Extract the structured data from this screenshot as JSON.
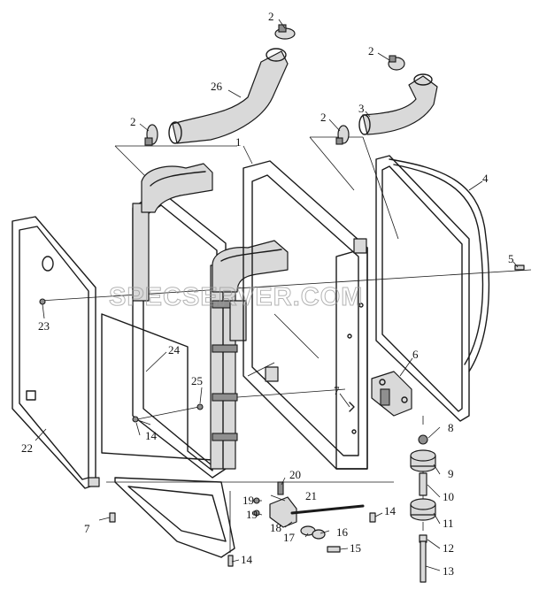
{
  "watermark": "SPECSERVER.COM",
  "callouts": [
    {
      "id": "c1",
      "text": "1"
    },
    {
      "id": "c2a",
      "text": "2"
    },
    {
      "id": "c2b",
      "text": "2"
    },
    {
      "id": "c2c",
      "text": "2"
    },
    {
      "id": "c2d",
      "text": "2"
    },
    {
      "id": "c3",
      "text": "3"
    },
    {
      "id": "c4",
      "text": "4"
    },
    {
      "id": "c5",
      "text": "5"
    },
    {
      "id": "c6",
      "text": "6"
    },
    {
      "id": "c7a",
      "text": "7"
    },
    {
      "id": "c7b",
      "text": "7"
    },
    {
      "id": "c8",
      "text": "8"
    },
    {
      "id": "c9",
      "text": "9"
    },
    {
      "id": "c10",
      "text": "10"
    },
    {
      "id": "c11",
      "text": "11"
    },
    {
      "id": "c12",
      "text": "12"
    },
    {
      "id": "c13",
      "text": "13"
    },
    {
      "id": "c14a",
      "text": "14"
    },
    {
      "id": "c14b",
      "text": "14"
    },
    {
      "id": "c14c",
      "text": "14"
    },
    {
      "id": "c15",
      "text": "15"
    },
    {
      "id": "c16",
      "text": "16"
    },
    {
      "id": "c17",
      "text": "17"
    },
    {
      "id": "c18",
      "text": "18"
    },
    {
      "id": "c19a",
      "text": "19"
    },
    {
      "id": "c19b",
      "text": "19"
    },
    {
      "id": "c20",
      "text": "20"
    },
    {
      "id": "c21",
      "text": "21"
    },
    {
      "id": "c22",
      "text": "22"
    },
    {
      "id": "c23",
      "text": "23"
    },
    {
      "id": "c24",
      "text": "24"
    },
    {
      "id": "c25",
      "text": "25"
    },
    {
      "id": "c26",
      "text": "26"
    }
  ]
}
